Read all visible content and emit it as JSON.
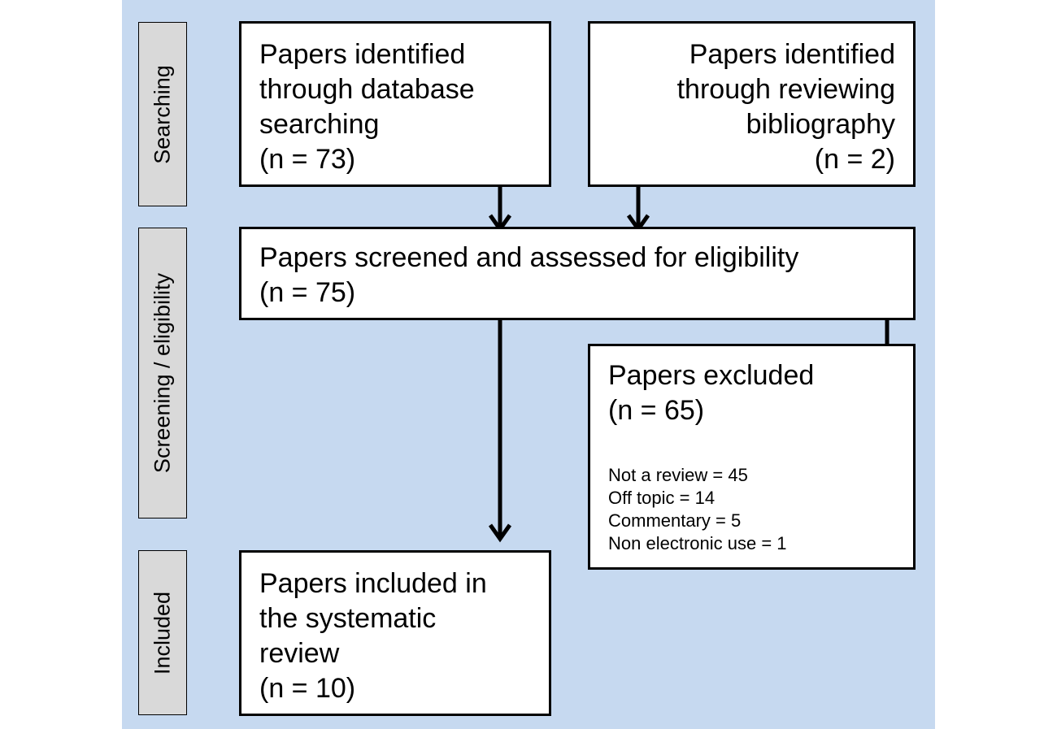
{
  "stages": {
    "searching": "Searching",
    "screening": "Screening / eligibility",
    "included": "Included"
  },
  "boxes": {
    "database": {
      "text": "Papers identified\nthrough database\nsearching",
      "count": "(n = 73)"
    },
    "bibliography": {
      "text": "Papers identified\nthrough reviewing\nbibliography",
      "count": "(n = 2)"
    },
    "screened": {
      "text": "Papers screened and assessed for eligibility",
      "count": "(n = 75)"
    },
    "excluded": {
      "text": "Papers excluded",
      "count": "(n = 65)",
      "reasons": [
        "Not a review = 45",
        "Off topic = 14",
        "Commentary = 5",
        "Non electronic use = 1"
      ]
    },
    "included": {
      "text": "Papers included in\nthe systematic\nreview",
      "count": "(n = 10)"
    }
  },
  "colors": {
    "panel_background": "#c6d9f0",
    "stage_fill": "#d9d9d9",
    "box_fill": "#ffffff",
    "line": "#000000"
  }
}
